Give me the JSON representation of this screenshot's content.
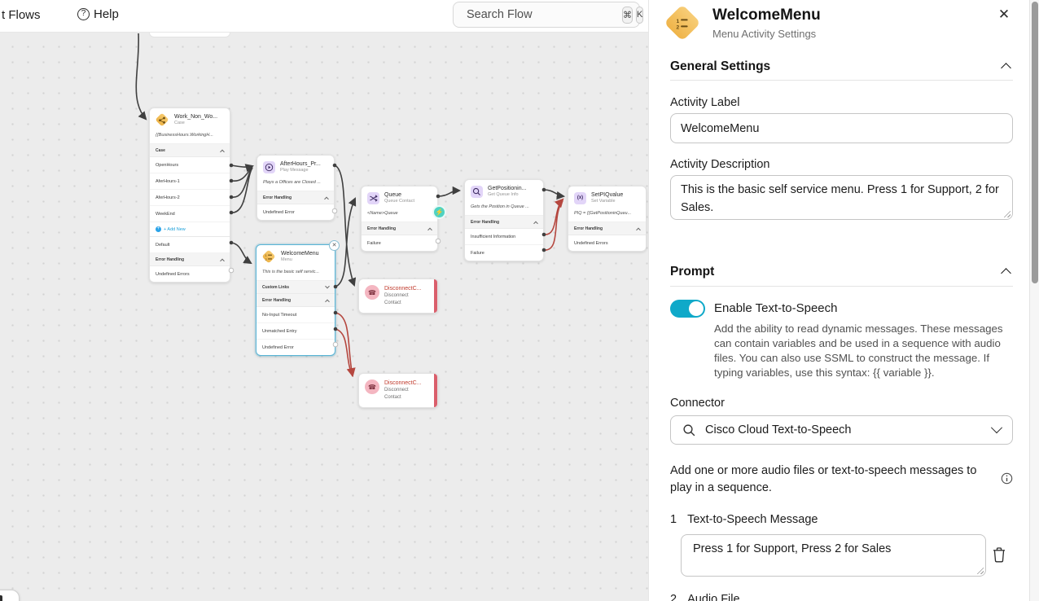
{
  "header": {
    "flows_label": "t Flows",
    "help_label": "Help",
    "search_placeholder": "Search Flow",
    "kbd_cmd": "⌘",
    "kbd_k": "K"
  },
  "canvas": {
    "nodes": [
      {
        "title": "Work_Non_Wo...",
        "subtitle": "Case",
        "description": "{{BusinessHours.WorkingH...",
        "section_case": "Case",
        "outputs": [
          "OpenHours",
          "AferHours-1",
          "AferHours-2",
          "WeekEnd"
        ],
        "add_new": "+ Add New",
        "default_label": "Default",
        "section_error": "Error Handling",
        "error_outputs": [
          "Undefined Errors"
        ]
      },
      {
        "title": "AfterHours_Pr...",
        "subtitle": "Play Message",
        "description": "Plays a Offices are Closed ...",
        "section_error": "Error Handling",
        "error_outputs": [
          "Undefined Error"
        ]
      },
      {
        "title": "WelcomeMenu",
        "subtitle": "Menu",
        "description": "This is the basic self servic...",
        "section_links": "Custom Links",
        "section_error": "Error Handling",
        "error_outputs": [
          "No-Input Timeout",
          "Unmatched Entry",
          "Undefined Error"
        ]
      },
      {
        "title": "Queue",
        "subtitle": "Queue Contact",
        "description": "<Name>Queue",
        "section_error": "Error Handling",
        "error_outputs": [
          "Failure"
        ]
      },
      {
        "title": "DisconnectC...",
        "subtitle": "Disconnect Contact"
      },
      {
        "title": "DisconnectC...",
        "subtitle": "Disconnect Contact"
      },
      {
        "title": "GetPositionin...",
        "subtitle": "Get Queue Info",
        "description": "Gets the Position in Queue ...",
        "section_error": "Error Handling",
        "error_outputs": [
          "Insufficient Information",
          "Failure"
        ]
      },
      {
        "title": "SetPIQvalue",
        "subtitle": "Set Variable",
        "description": "PIQ = {{GetPositioninQueu...",
        "section_error": "Error Handling",
        "error_outputs": [
          "Undefined Errors"
        ]
      }
    ]
  },
  "panel": {
    "title": "WelcomeMenu",
    "subtitle": "Menu Activity Settings",
    "general": {
      "title": "General Settings",
      "activity_label": "Activity Label",
      "activity_label_value": "WelcomeMenu",
      "activity_description": "Activity Description",
      "activity_description_value": "This is the basic self service menu. Press 1 for Support, 2 for Sales."
    },
    "prompt": {
      "title": "Prompt",
      "tts_label": "Enable Text-to-Speech",
      "tts_description": "Add the ability to read dynamic messages. These messages can contain variables and be used in a sequence with audio files. You can also use SSML to construct the message. If typing variables, use this syntax: {{ variable }}.",
      "connector_label": "Connector",
      "connector_value": "Cisco Cloud Text-to-Speech",
      "sequence_hint": "Add one or more audio files or text-to-speech messages to play in a sequence.",
      "item1_index": "1",
      "item1_label": "Text-to-Speech Message",
      "item1_value": "Press 1 for Support, Press 2 for Sales",
      "item2_index": "2",
      "item2_label": "Audio File"
    }
  },
  "colors": {
    "accent_teal": "#0fa9c9",
    "node_yellow": "#f2bd55",
    "node_purple": "#e2d5f8",
    "node_pink": "#f4b6c1",
    "edge_dark": "#3f3f3f",
    "edge_red": "#b5473f"
  }
}
